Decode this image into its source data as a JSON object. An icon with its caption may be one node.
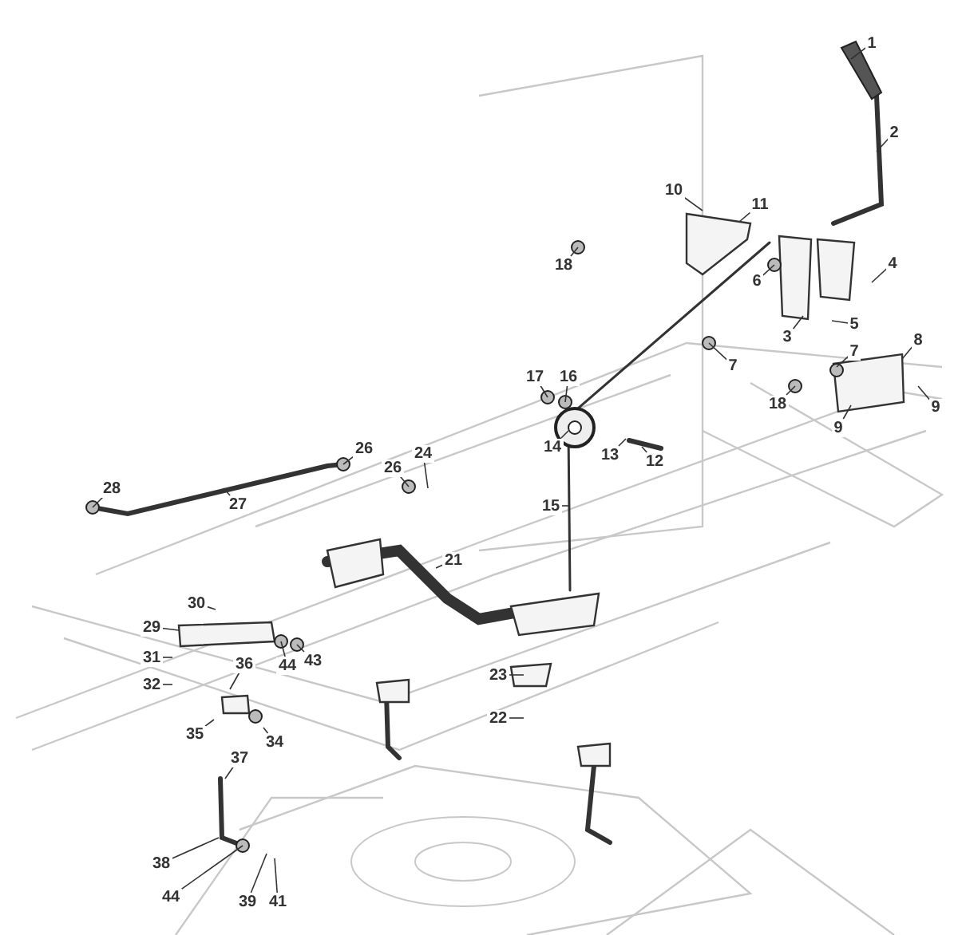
{
  "diagram": {
    "nodes": [
      {
        "text": [
          "1"
        ]
      },
      {
        "text": [
          "2"
        ]
      },
      {
        "text": [
          "10"
        ]
      },
      {
        "text": [
          "11"
        ]
      },
      {
        "text": [
          "18"
        ]
      },
      {
        "text": [
          "4"
        ]
      },
      {
        "text": [
          "6"
        ]
      },
      {
        "text": [
          "5"
        ]
      },
      {
        "text": [
          "3"
        ]
      },
      {
        "text": [
          "8"
        ]
      },
      {
        "text": [
          "7"
        ]
      },
      {
        "text": [
          "7"
        ]
      },
      {
        "text": [
          "17"
        ]
      },
      {
        "text": [
          "16"
        ]
      },
      {
        "text": [
          "18"
        ]
      },
      {
        "text": [
          "9"
        ]
      },
      {
        "text": [
          "9"
        ]
      },
      {
        "text": [
          "14"
        ]
      },
      {
        "text": [
          "26"
        ]
      },
      {
        "text": [
          "24"
        ]
      },
      {
        "text": [
          "13"
        ]
      },
      {
        "text": [
          "12"
        ]
      },
      {
        "text": [
          "26"
        ]
      },
      {
        "text": [
          "28"
        ]
      },
      {
        "text": [
          "27"
        ]
      },
      {
        "text": [
          "15"
        ]
      },
      {
        "text": [
          "21"
        ]
      },
      {
        "text": [
          "30"
        ]
      },
      {
        "text": [
          "29"
        ]
      },
      {
        "text": [
          "31"
        ]
      },
      {
        "text": [
          "43"
        ]
      },
      {
        "text": [
          "44"
        ]
      },
      {
        "text": [
          "36"
        ]
      },
      {
        "text": [
          "23"
        ]
      },
      {
        "text": [
          "32"
        ]
      },
      {
        "text": [
          "22"
        ]
      },
      {
        "text": [
          "35"
        ]
      },
      {
        "text": [
          "34"
        ]
      },
      {
        "text": [
          "37"
        ]
      },
      {
        "text": [
          "38"
        ]
      },
      {
        "text": [
          "44"
        ]
      },
      {
        "text": [
          "39"
        ]
      },
      {
        "text": [
          "41"
        ]
      }
    ],
    "edges": [
      {
        "from": 0,
        "to": null,
        "arrow": "none"
      },
      {
        "from": 1,
        "to": null,
        "arrow": "none"
      },
      {
        "from": 2,
        "to": null,
        "arrow": "none"
      },
      {
        "from": 3,
        "to": null,
        "arrow": "none"
      },
      {
        "from": 4,
        "to": null,
        "arrow": "none"
      },
      {
        "from": 5,
        "to": null,
        "arrow": "none"
      },
      {
        "from": 6,
        "to": null,
        "arrow": "none"
      },
      {
        "from": 7,
        "to": null,
        "arrow": "none"
      },
      {
        "from": 8,
        "to": null,
        "arrow": "none"
      },
      {
        "from": 9,
        "to": null,
        "arrow": "none"
      },
      {
        "from": 10,
        "to": null,
        "arrow": "none"
      },
      {
        "from": 11,
        "to": null,
        "arrow": "none"
      },
      {
        "from": 12,
        "to": null,
        "arrow": "none"
      },
      {
        "from": 13,
        "to": null,
        "arrow": "none"
      },
      {
        "from": 14,
        "to": null,
        "arrow": "none"
      },
      {
        "from": 15,
        "to": null,
        "arrow": "none"
      },
      {
        "from": 16,
        "to": null,
        "arrow": "none"
      },
      {
        "from": 17,
        "to": null,
        "arrow": "none"
      },
      {
        "from": 18,
        "to": null,
        "arrow": "none"
      },
      {
        "from": 19,
        "to": null,
        "arrow": "none"
      },
      {
        "from": 20,
        "to": null,
        "arrow": "none"
      },
      {
        "from": 21,
        "to": null,
        "arrow": "none"
      },
      {
        "from": 22,
        "to": null,
        "arrow": "none"
      },
      {
        "from": 23,
        "to": null,
        "arrow": "none"
      },
      {
        "from": 24,
        "to": null,
        "arrow": "none"
      },
      {
        "from": 25,
        "to": null,
        "arrow": "none"
      },
      {
        "from": 26,
        "to": null,
        "arrow": "none"
      },
      {
        "from": 27,
        "to": null,
        "arrow": "none"
      },
      {
        "from": 28,
        "to": null,
        "arrow": "none"
      },
      {
        "from": 29,
        "to": null,
        "arrow": "none"
      },
      {
        "from": 30,
        "to": null,
        "arrow": "none"
      },
      {
        "from": 31,
        "to": null,
        "arrow": "none"
      },
      {
        "from": 32,
        "to": null,
        "arrow": "none"
      },
      {
        "from": 33,
        "to": null,
        "arrow": "none"
      },
      {
        "from": 34,
        "to": null,
        "arrow": "none"
      },
      {
        "from": 35,
        "to": null,
        "arrow": "none"
      },
      {
        "from": 36,
        "to": null,
        "arrow": "none"
      },
      {
        "from": 37,
        "to": null,
        "arrow": "none"
      },
      {
        "from": 38,
        "to": null,
        "arrow": "none"
      },
      {
        "from": 39,
        "to": null,
        "arrow": "none"
      },
      {
        "from": 40,
        "to": null,
        "arrow": "none"
      },
      {
        "from": 41,
        "to": null,
        "arrow": "none"
      },
      {
        "from": 42,
        "to": null,
        "arrow": "none"
      }
    ]
  }
}
